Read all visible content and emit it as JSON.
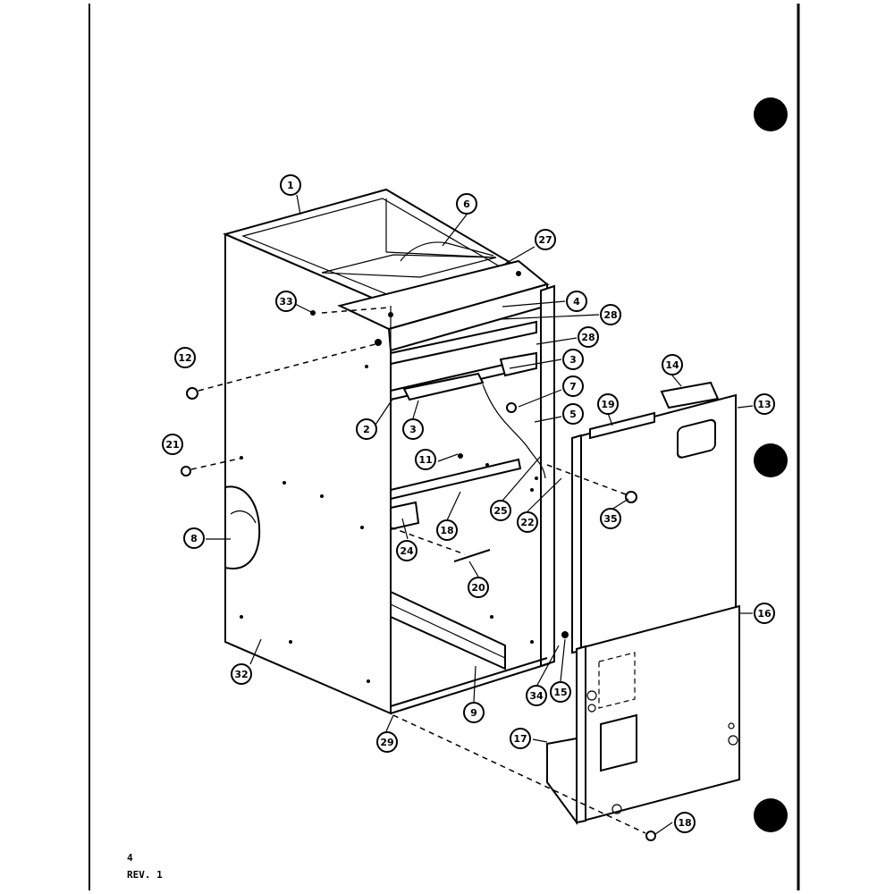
{
  "callouts": [
    {
      "id": "c1",
      "label": "1"
    },
    {
      "id": "c6a",
      "label": "6"
    },
    {
      "id": "c27",
      "label": "27"
    },
    {
      "id": "c33",
      "label": "33"
    },
    {
      "id": "c4",
      "label": "4"
    },
    {
      "id": "c28a",
      "label": "28"
    },
    {
      "id": "c28b",
      "label": "28"
    },
    {
      "id": "c3a",
      "label": "3"
    },
    {
      "id": "c7",
      "label": "7"
    },
    {
      "id": "c5",
      "label": "5"
    },
    {
      "id": "c2",
      "label": "2"
    },
    {
      "id": "c3b",
      "label": "3"
    },
    {
      "id": "c12",
      "label": "12"
    },
    {
      "id": "c21",
      "label": "21"
    },
    {
      "id": "c11",
      "label": "11"
    },
    {
      "id": "c25",
      "label": "25"
    },
    {
      "id": "c22",
      "label": "22"
    },
    {
      "id": "c18a",
      "label": "18"
    },
    {
      "id": "c24",
      "label": "24"
    },
    {
      "id": "c20",
      "label": "20"
    },
    {
      "id": "c8",
      "label": "8"
    },
    {
      "id": "c32",
      "label": "32"
    },
    {
      "id": "c9",
      "label": "9"
    },
    {
      "id": "c29",
      "label": "29"
    },
    {
      "id": "c34",
      "label": "34"
    },
    {
      "id": "c15",
      "label": "15"
    },
    {
      "id": "c14",
      "label": "14"
    },
    {
      "id": "c19",
      "label": "19"
    },
    {
      "id": "c13",
      "label": "13"
    },
    {
      "id": "c35",
      "label": "35"
    },
    {
      "id": "c16",
      "label": "16"
    },
    {
      "id": "c17",
      "label": "17"
    },
    {
      "id": "c18b",
      "label": "18"
    }
  ],
  "footer": {
    "page_number": "4",
    "revision": "REV. 1"
  }
}
